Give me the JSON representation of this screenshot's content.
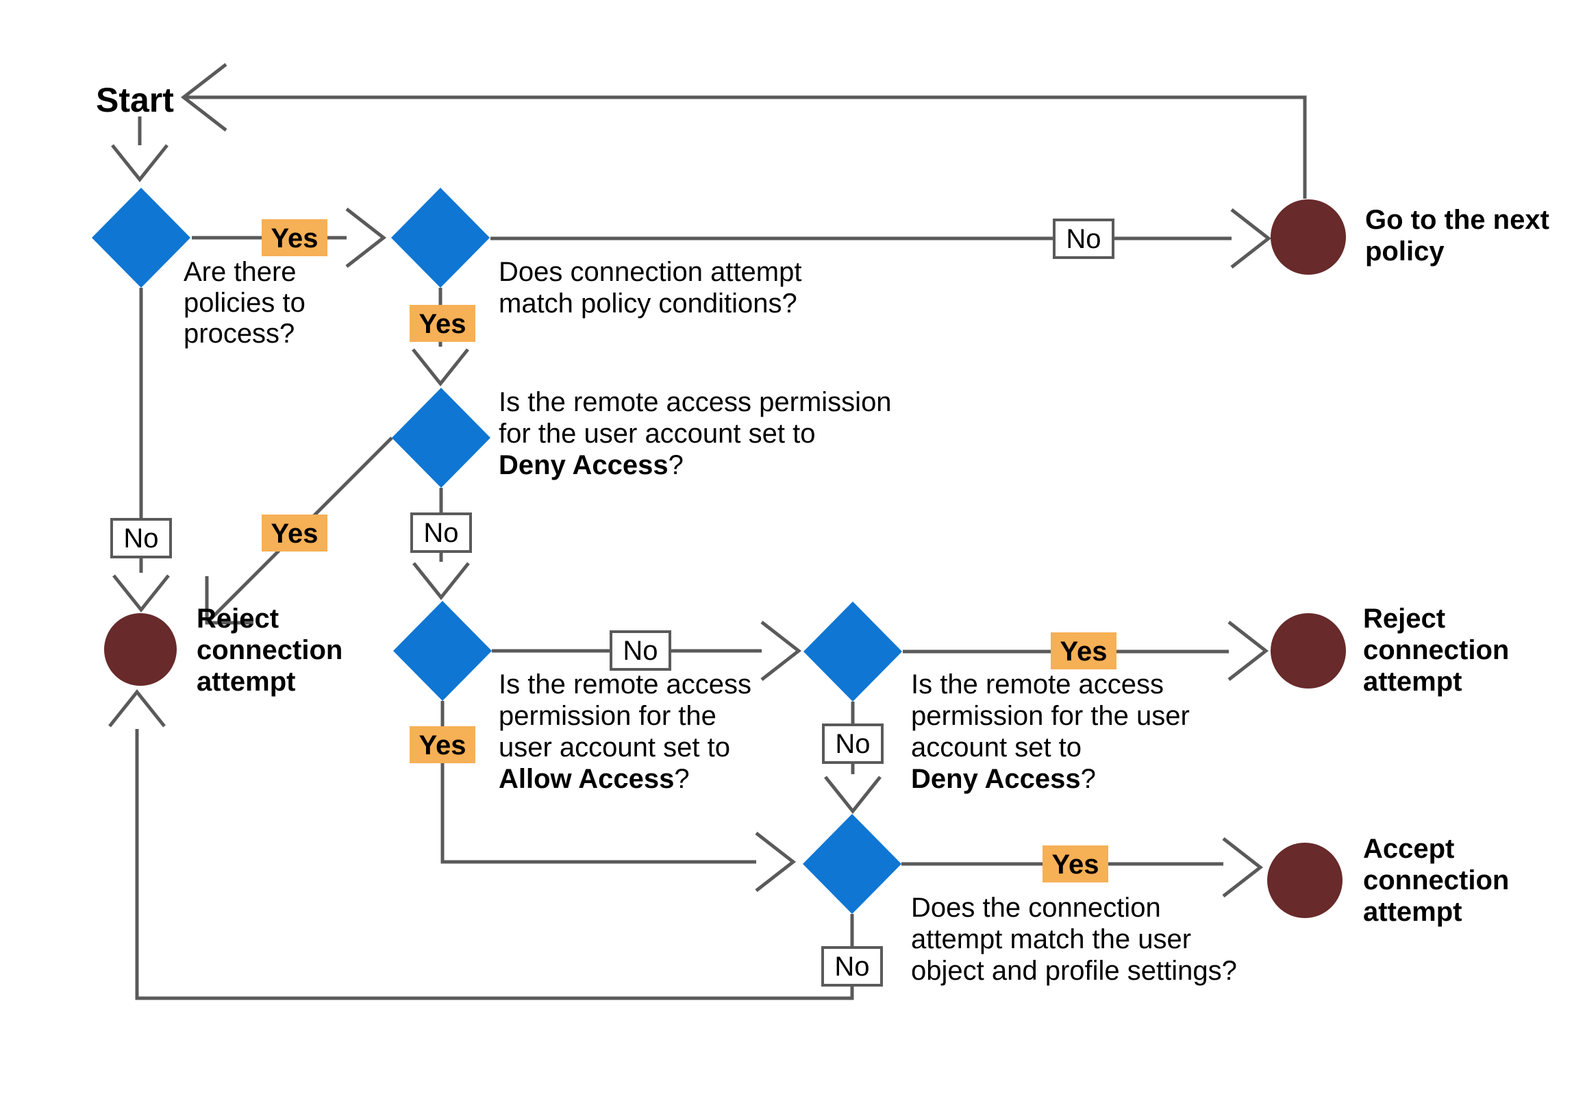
{
  "colors": {
    "decision_diamond_blue": "#0f76d3",
    "terminal_circle_maroon": "#682a2a",
    "yes_label_orange": "#f6b056",
    "connector_gray": "#5a5a5a",
    "no_label_bg": "#ffffff",
    "text_black": "#000000"
  },
  "start": {
    "label": "Start"
  },
  "decisions": {
    "d1": {
      "question_lines": [
        "Are there",
        "policies to",
        "process?"
      ]
    },
    "d2": {
      "question_lines": [
        "Does connection attempt",
        "match policy conditions?"
      ]
    },
    "d3": {
      "question_lines": [
        "Is the remote access permission",
        "for the user account set to"
      ],
      "question_bold": "Deny Access",
      "question_suffix": "?"
    },
    "d4": {
      "question_lines": [
        "Is the remote access",
        "permission for the",
        "user account set to"
      ],
      "question_bold": "Allow Access",
      "question_suffix": "?"
    },
    "d5": {
      "question_lines": [
        "Is the remote access",
        "permission for the user",
        "account set to"
      ],
      "question_bold": "Deny Access",
      "question_suffix": "?"
    },
    "d6": {
      "question_lines": [
        "Does the connection",
        "attempt match the user",
        "object and profile settings?"
      ]
    }
  },
  "terminals": {
    "go_next_policy": {
      "lines": [
        "Go to the next",
        "policy"
      ]
    },
    "reject_left": {
      "lines": [
        "Reject",
        "connection",
        "attempt"
      ]
    },
    "reject_right": {
      "lines": [
        "Reject",
        "connection",
        "attempt"
      ]
    },
    "accept": {
      "lines": [
        "Accept",
        "connection",
        "attempt"
      ]
    }
  },
  "edge_labels": {
    "d1_yes": "Yes",
    "d1_no": "No",
    "d2_yes": "Yes",
    "d2_no": "No",
    "d3_yes": "Yes",
    "d3_no": "No",
    "d4_yes": "Yes",
    "d4_no": "No",
    "d5_yes": "Yes",
    "d5_no": "No",
    "d6_yes": "Yes",
    "d6_no": "No"
  }
}
